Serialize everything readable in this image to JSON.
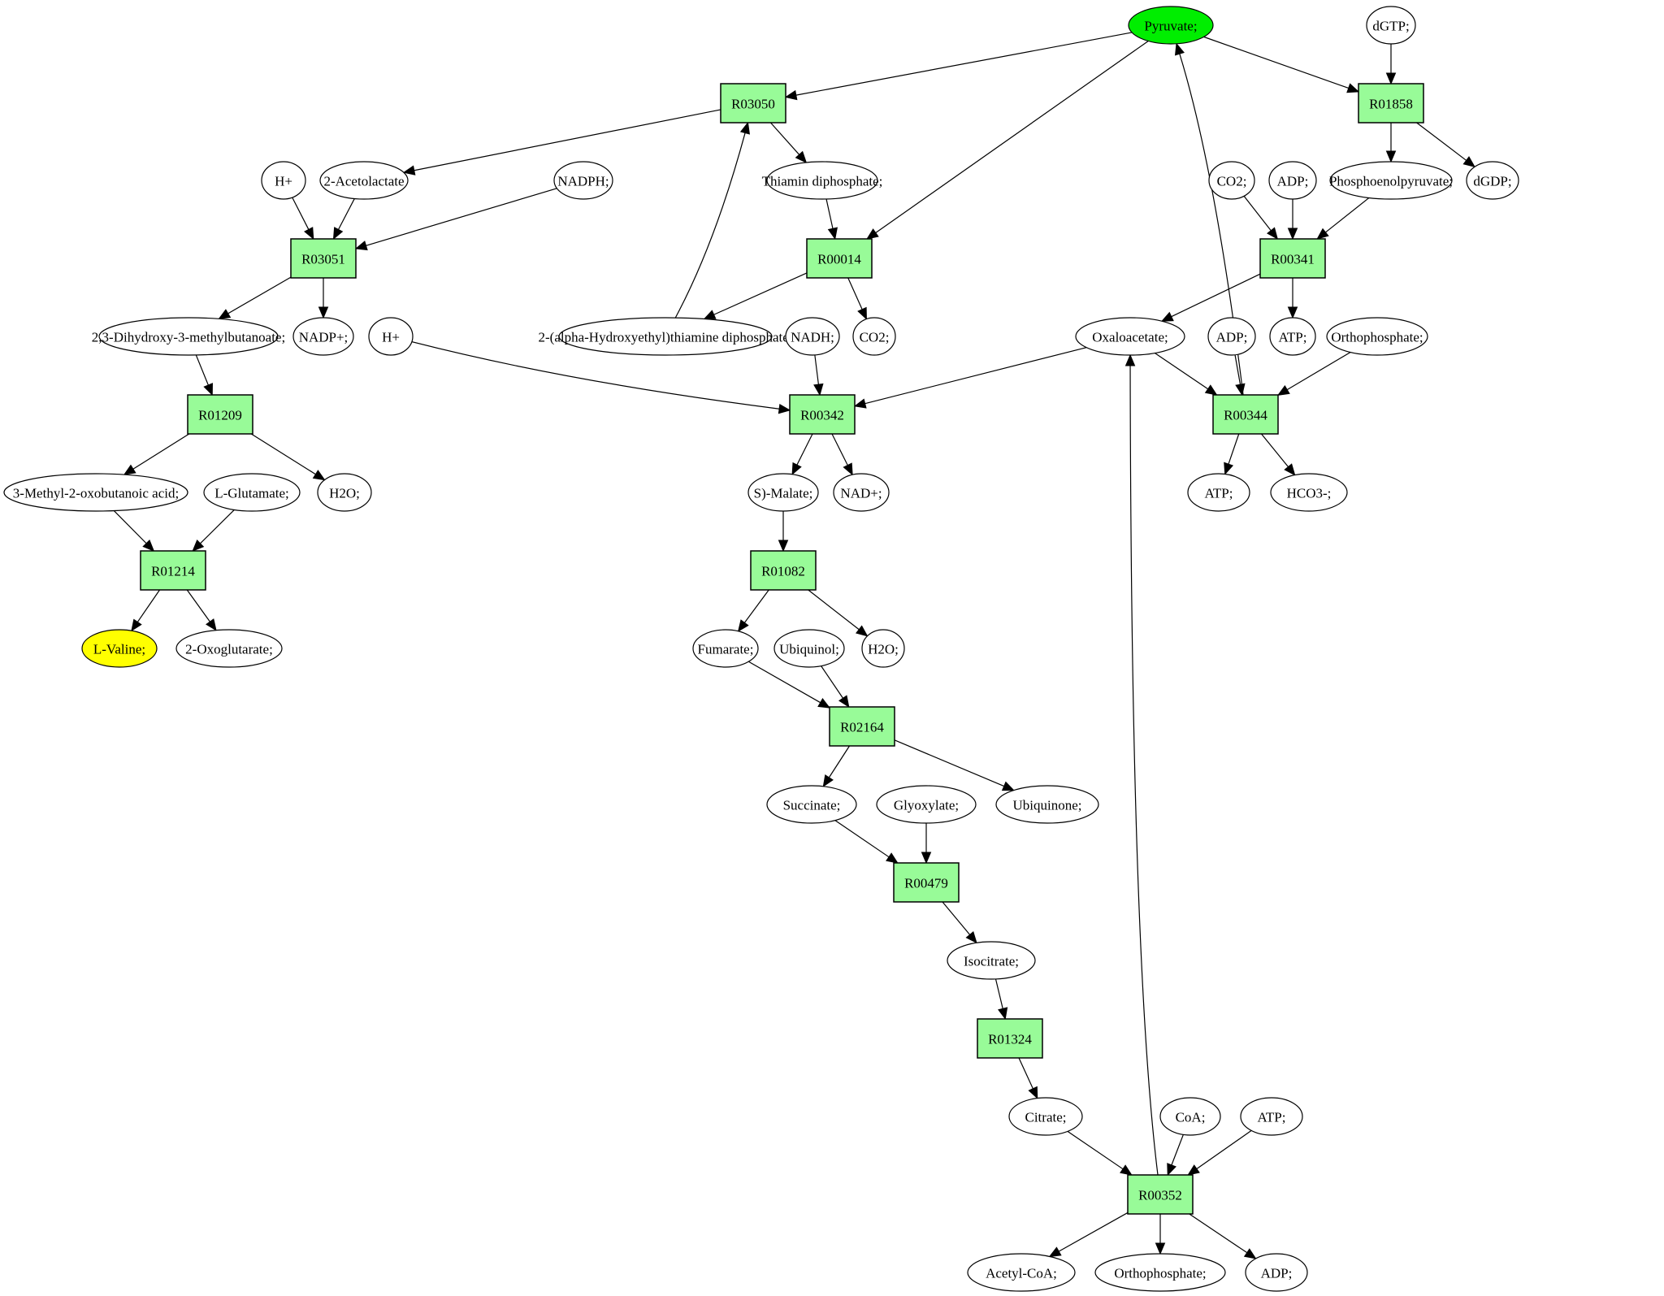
{
  "colors": {
    "reaction_fill": "#98fb98",
    "source_fill": "#00ee00",
    "target_fill": "#ffff00",
    "compound_fill": "#ffffff",
    "stroke": "#000000"
  },
  "nodes": [
    {
      "id": "pyruvate",
      "label": "Pyruvate;",
      "kind": "compound",
      "role": "source"
    },
    {
      "id": "dgtp",
      "label": "dGTP;",
      "kind": "compound"
    },
    {
      "id": "R03050",
      "label": "R03050",
      "kind": "reaction"
    },
    {
      "id": "R01858",
      "label": "R01858",
      "kind": "reaction"
    },
    {
      "id": "hplus1",
      "label": "H+",
      "kind": "compound"
    },
    {
      "id": "acetolactate",
      "label": "2-Acetolactate",
      "kind": "compound"
    },
    {
      "id": "nadph",
      "label": "NADPH;",
      "kind": "compound"
    },
    {
      "id": "thiamin",
      "label": "Thiamin diphosphate;",
      "kind": "compound"
    },
    {
      "id": "co2a",
      "label": "CO2;",
      "kind": "compound"
    },
    {
      "id": "adp1",
      "label": "ADP;",
      "kind": "compound"
    },
    {
      "id": "pep",
      "label": "Phosphoenolpyruvate;",
      "kind": "compound"
    },
    {
      "id": "dgdp",
      "label": "dGDP;",
      "kind": "compound"
    },
    {
      "id": "R03051",
      "label": "R03051",
      "kind": "reaction"
    },
    {
      "id": "R00014",
      "label": "R00014",
      "kind": "reaction"
    },
    {
      "id": "R00341",
      "label": "R00341",
      "kind": "reaction"
    },
    {
      "id": "dihydroxy",
      "label": "2,3-Dihydroxy-3-methylbutanoate;",
      "kind": "compound"
    },
    {
      "id": "nadp",
      "label": "NADP+;",
      "kind": "compound"
    },
    {
      "id": "hplus2",
      "label": "H+",
      "kind": "compound"
    },
    {
      "id": "hydroxyethyl",
      "label": "2-(alpha-Hydroxyethyl)thiamine diphosphate;",
      "kind": "compound"
    },
    {
      "id": "nadh",
      "label": "NADH;",
      "kind": "compound"
    },
    {
      "id": "co2b",
      "label": "CO2;",
      "kind": "compound"
    },
    {
      "id": "oxaloacetate",
      "label": "Oxaloacetate;",
      "kind": "compound"
    },
    {
      "id": "adp2",
      "label": "ADP;",
      "kind": "compound"
    },
    {
      "id": "atp1",
      "label": "ATP;",
      "kind": "compound"
    },
    {
      "id": "orthophosphate1",
      "label": "Orthophosphate;",
      "kind": "compound"
    },
    {
      "id": "R01209",
      "label": "R01209",
      "kind": "reaction"
    },
    {
      "id": "R00342",
      "label": "R00342",
      "kind": "reaction"
    },
    {
      "id": "R00344",
      "label": "R00344",
      "kind": "reaction"
    },
    {
      "id": "methyloxo",
      "label": "3-Methyl-2-oxobutanoic acid;",
      "kind": "compound"
    },
    {
      "id": "glutamate",
      "label": "L-Glutamate;",
      "kind": "compound"
    },
    {
      "id": "h2o1",
      "label": "H2O;",
      "kind": "compound"
    },
    {
      "id": "malate",
      "label": "S)-Malate;",
      "kind": "compound"
    },
    {
      "id": "nadplus",
      "label": "NAD+;",
      "kind": "compound"
    },
    {
      "id": "atp2",
      "label": "ATP;",
      "kind": "compound"
    },
    {
      "id": "hco3",
      "label": "HCO3-;",
      "kind": "compound"
    },
    {
      "id": "R01214",
      "label": "R01214",
      "kind": "reaction"
    },
    {
      "id": "R01082",
      "label": "R01082",
      "kind": "reaction"
    },
    {
      "id": "valine",
      "label": "L-Valine;",
      "kind": "compound",
      "role": "target"
    },
    {
      "id": "oxoglutarate",
      "label": "2-Oxoglutarate;",
      "kind": "compound"
    },
    {
      "id": "fumarate",
      "label": "Fumarate;",
      "kind": "compound"
    },
    {
      "id": "ubiquinol",
      "label": "Ubiquinol;",
      "kind": "compound"
    },
    {
      "id": "h2o2",
      "label": "H2O;",
      "kind": "compound"
    },
    {
      "id": "R02164",
      "label": "R02164",
      "kind": "reaction"
    },
    {
      "id": "succinate",
      "label": "Succinate;",
      "kind": "compound"
    },
    {
      "id": "glyoxylate",
      "label": "Glyoxylate;",
      "kind": "compound"
    },
    {
      "id": "ubiquinone",
      "label": "Ubiquinone;",
      "kind": "compound"
    },
    {
      "id": "R00479",
      "label": "R00479",
      "kind": "reaction"
    },
    {
      "id": "isocitrate",
      "label": "Isocitrate;",
      "kind": "compound"
    },
    {
      "id": "R01324",
      "label": "R01324",
      "kind": "reaction"
    },
    {
      "id": "citrate",
      "label": "Citrate;",
      "kind": "compound"
    },
    {
      "id": "coa",
      "label": "CoA;",
      "kind": "compound"
    },
    {
      "id": "atp3",
      "label": "ATP;",
      "kind": "compound"
    },
    {
      "id": "R00352",
      "label": "R00352",
      "kind": "reaction"
    },
    {
      "id": "acetylcoa",
      "label": "Acetyl-CoA;",
      "kind": "compound"
    },
    {
      "id": "orthophosphate2",
      "label": "Orthophosphate;",
      "kind": "compound"
    },
    {
      "id": "adp3",
      "label": "ADP;",
      "kind": "compound"
    }
  ],
  "edges": [
    {
      "from": "pyruvate",
      "to": "R03050"
    },
    {
      "from": "pyruvate",
      "to": "R00014"
    },
    {
      "from": "pyruvate",
      "to": "R01858"
    },
    {
      "from": "dgtp",
      "to": "R01858"
    },
    {
      "from": "R03050",
      "to": "acetolactate"
    },
    {
      "from": "R03050",
      "to": "thiamin"
    },
    {
      "from": "R01858",
      "to": "pep"
    },
    {
      "from": "R01858",
      "to": "dgdp"
    },
    {
      "from": "hplus1",
      "to": "R03051"
    },
    {
      "from": "acetolactate",
      "to": "R03051"
    },
    {
      "from": "nadph",
      "to": "R03051"
    },
    {
      "from": "thiamin",
      "to": "R00014"
    },
    {
      "from": "co2a",
      "to": "R00341"
    },
    {
      "from": "adp1",
      "to": "R00341"
    },
    {
      "from": "pep",
      "to": "R00341"
    },
    {
      "from": "R03051",
      "to": "dihydroxy"
    },
    {
      "from": "R03051",
      "to": "nadp"
    },
    {
      "from": "R00014",
      "to": "hydroxyethyl"
    },
    {
      "from": "R00014",
      "to": "co2b"
    },
    {
      "from": "hydroxyethyl",
      "to": "R03050"
    },
    {
      "from": "R00341",
      "to": "oxaloacetate"
    },
    {
      "from": "R00341",
      "to": "atp1"
    },
    {
      "from": "dihydroxy",
      "to": "R01209"
    },
    {
      "from": "hplus2",
      "to": "R00342"
    },
    {
      "from": "nadh",
      "to": "R00342"
    },
    {
      "from": "oxaloacetate",
      "to": "R00342"
    },
    {
      "from": "oxaloacetate",
      "to": "R00344"
    },
    {
      "from": "adp2",
      "to": "R00344"
    },
    {
      "from": "orthophosphate1",
      "to": "R00344"
    },
    {
      "from": "R00344",
      "to": "pyruvate"
    },
    {
      "from": "R01209",
      "to": "methyloxo"
    },
    {
      "from": "R01209",
      "to": "h2o1"
    },
    {
      "from": "R00342",
      "to": "malate"
    },
    {
      "from": "R00342",
      "to": "nadplus"
    },
    {
      "from": "R00344",
      "to": "atp2"
    },
    {
      "from": "R00344",
      "to": "hco3"
    },
    {
      "from": "methyloxo",
      "to": "R01214"
    },
    {
      "from": "glutamate",
      "to": "R01214"
    },
    {
      "from": "malate",
      "to": "R01082"
    },
    {
      "from": "R01214",
      "to": "valine"
    },
    {
      "from": "R01214",
      "to": "oxoglutarate"
    },
    {
      "from": "R01082",
      "to": "fumarate"
    },
    {
      "from": "R01082",
      "to": "h2o2"
    },
    {
      "from": "fumarate",
      "to": "R02164"
    },
    {
      "from": "ubiquinol",
      "to": "R02164"
    },
    {
      "from": "R02164",
      "to": "succinate"
    },
    {
      "from": "R02164",
      "to": "ubiquinone"
    },
    {
      "from": "succinate",
      "to": "R00479"
    },
    {
      "from": "glyoxylate",
      "to": "R00479"
    },
    {
      "from": "R00479",
      "to": "isocitrate"
    },
    {
      "from": "isocitrate",
      "to": "R01324"
    },
    {
      "from": "R01324",
      "to": "citrate"
    },
    {
      "from": "citrate",
      "to": "R00352"
    },
    {
      "from": "coa",
      "to": "R00352"
    },
    {
      "from": "atp3",
      "to": "R00352"
    },
    {
      "from": "R00352",
      "to": "oxaloacetate"
    },
    {
      "from": "R00352",
      "to": "acetylcoa"
    },
    {
      "from": "R00352",
      "to": "orthophosphate2"
    },
    {
      "from": "R00352",
      "to": "adp3"
    }
  ]
}
